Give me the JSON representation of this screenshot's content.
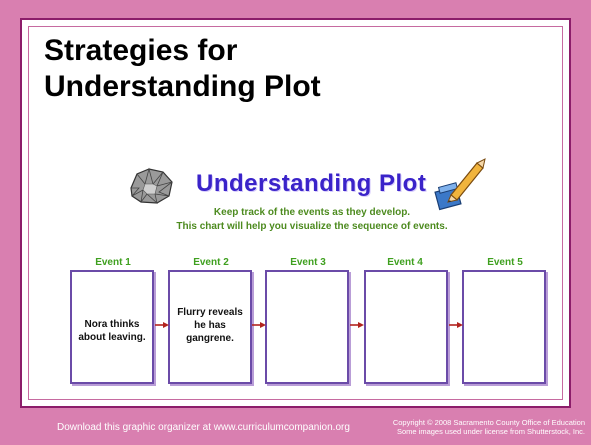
{
  "slide": {
    "title_line1": "Strategies for",
    "title_line2": "Understanding Plot"
  },
  "organizer": {
    "heading": "Understanding Plot",
    "instruction_line1": "Keep track of the events as they develop.",
    "instruction_line2": "This chart will help you visualize the sequence of events.",
    "events": [
      {
        "label": "Event 1",
        "text": "Nora thinks about leaving."
      },
      {
        "label": "Event 2",
        "text": "Flurry reveals he has gangrene."
      },
      {
        "label": "Event 3",
        "text": ""
      },
      {
        "label": "Event 4",
        "text": ""
      },
      {
        "label": "Event 5",
        "text": ""
      }
    ],
    "icons": [
      "rock-icon",
      "pencil-icon"
    ]
  },
  "footer": {
    "download_text": "Download this graphic organizer at www.curriculumcompanion.org",
    "copyright_line1": "Copyright © 2008 Sacramento County Office of Education",
    "copyright_line2": "Some images used under license from Shutterstock, Inc."
  },
  "colors": {
    "background": "#d97fb0",
    "heading_blue": "#3a23c9",
    "instruction_green": "#4d8b1f",
    "event_label_green": "#3fa01f",
    "box_border": "#6b4ba8",
    "arrow_red": "#b2231e"
  }
}
